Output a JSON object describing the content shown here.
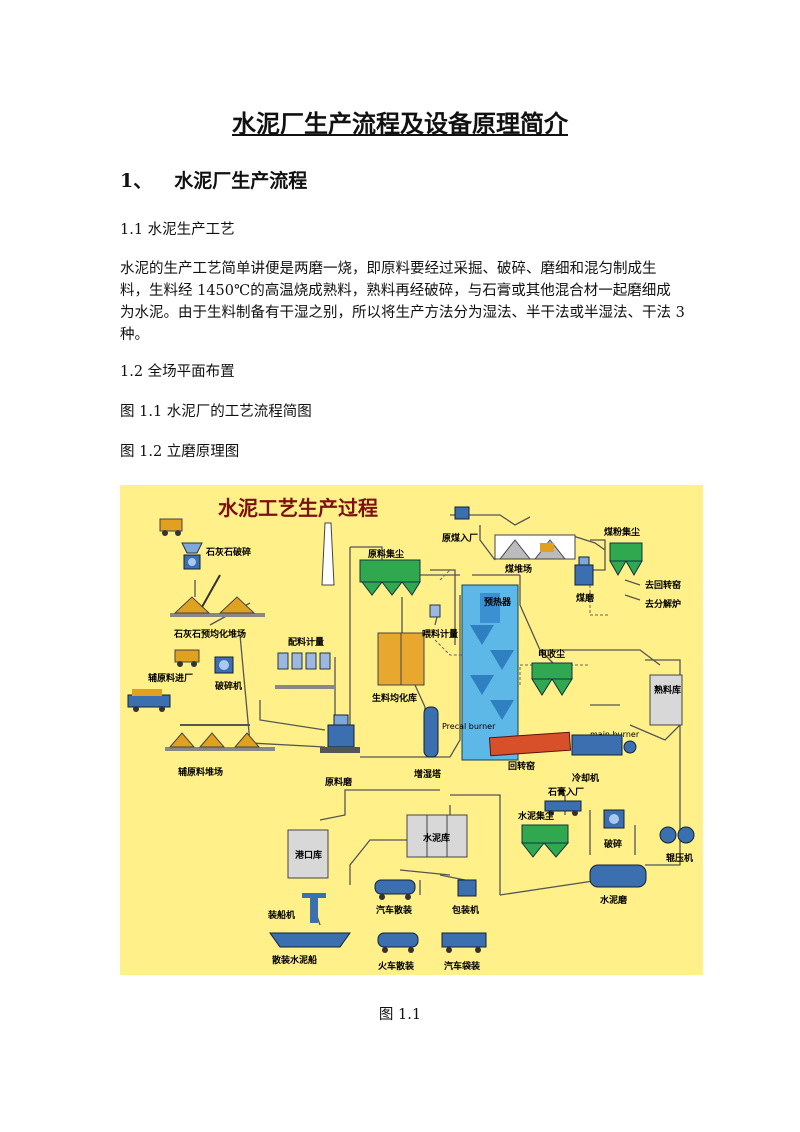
{
  "document": {
    "title": "水泥厂生产流程及设备原理简介",
    "section1": {
      "number": "1、",
      "title": "水泥厂生产流程"
    },
    "sub1_1": "1.1 水泥生产工艺",
    "paragraph": "水泥的生产工艺简单讲便是两磨一烧，即原料要经过采掘、破碎、磨细和混匀制成生料，生料经 1450℃的高温烧成熟料，熟料再经破碎，与石膏或其他混合材一起磨细成为水泥。由于生料制备有干湿之别，所以将生产方法分为湿法、半干法或半湿法、干法 3 种。",
    "sub1_2": "1.2 全场平面布置",
    "fig1_1_ref": "图 1.1  水泥厂的工艺流程简图",
    "fig1_2_ref": "图 1.2  立磨原理图",
    "caption": "图 1.1"
  },
  "diagram": {
    "title": "水泥工艺生产过程",
    "labels": {
      "limestone_crush": "石灰石破碎",
      "limestone_yard": "石灰石预均化堆场",
      "aux_in": "辅原料进厂",
      "crusher": "破碎机",
      "aux_yard": "辅原料堆场",
      "batching": "配料计量",
      "raw_dust": "原料集尘",
      "raw_silo": "生料均化库",
      "feed_meter": "喂料计量",
      "raw_mill": "原料磨",
      "humidifier": "增湿塔",
      "preheater": "预热器",
      "coal_in": "原煤入厂",
      "coal_yard": "煤堆场",
      "coal_dust": "煤粉集尘",
      "coal_mill": "煤磨",
      "to_kiln": "去回转窑",
      "to_calciner": "去分解炉",
      "esp": "电收尘",
      "clinker_silo": "熟料库",
      "precal": "Precal burner",
      "main_burner": "main burner",
      "kiln": "回转窑",
      "cooler": "冷却机",
      "gypsum_in": "石膏入厂",
      "cement_dust": "水泥集尘",
      "crush2": "破碎",
      "roller": "辊压机",
      "cement_mill": "水泥磨",
      "cement_silo": "水泥库",
      "port_silo": "港口库",
      "ship_loader": "装船机",
      "bulk_ship": "散装水泥船",
      "truck_bulk": "汽车散装",
      "packer": "包装机",
      "rail_bulk": "火车散装",
      "truck_bag": "汽车袋装"
    }
  }
}
